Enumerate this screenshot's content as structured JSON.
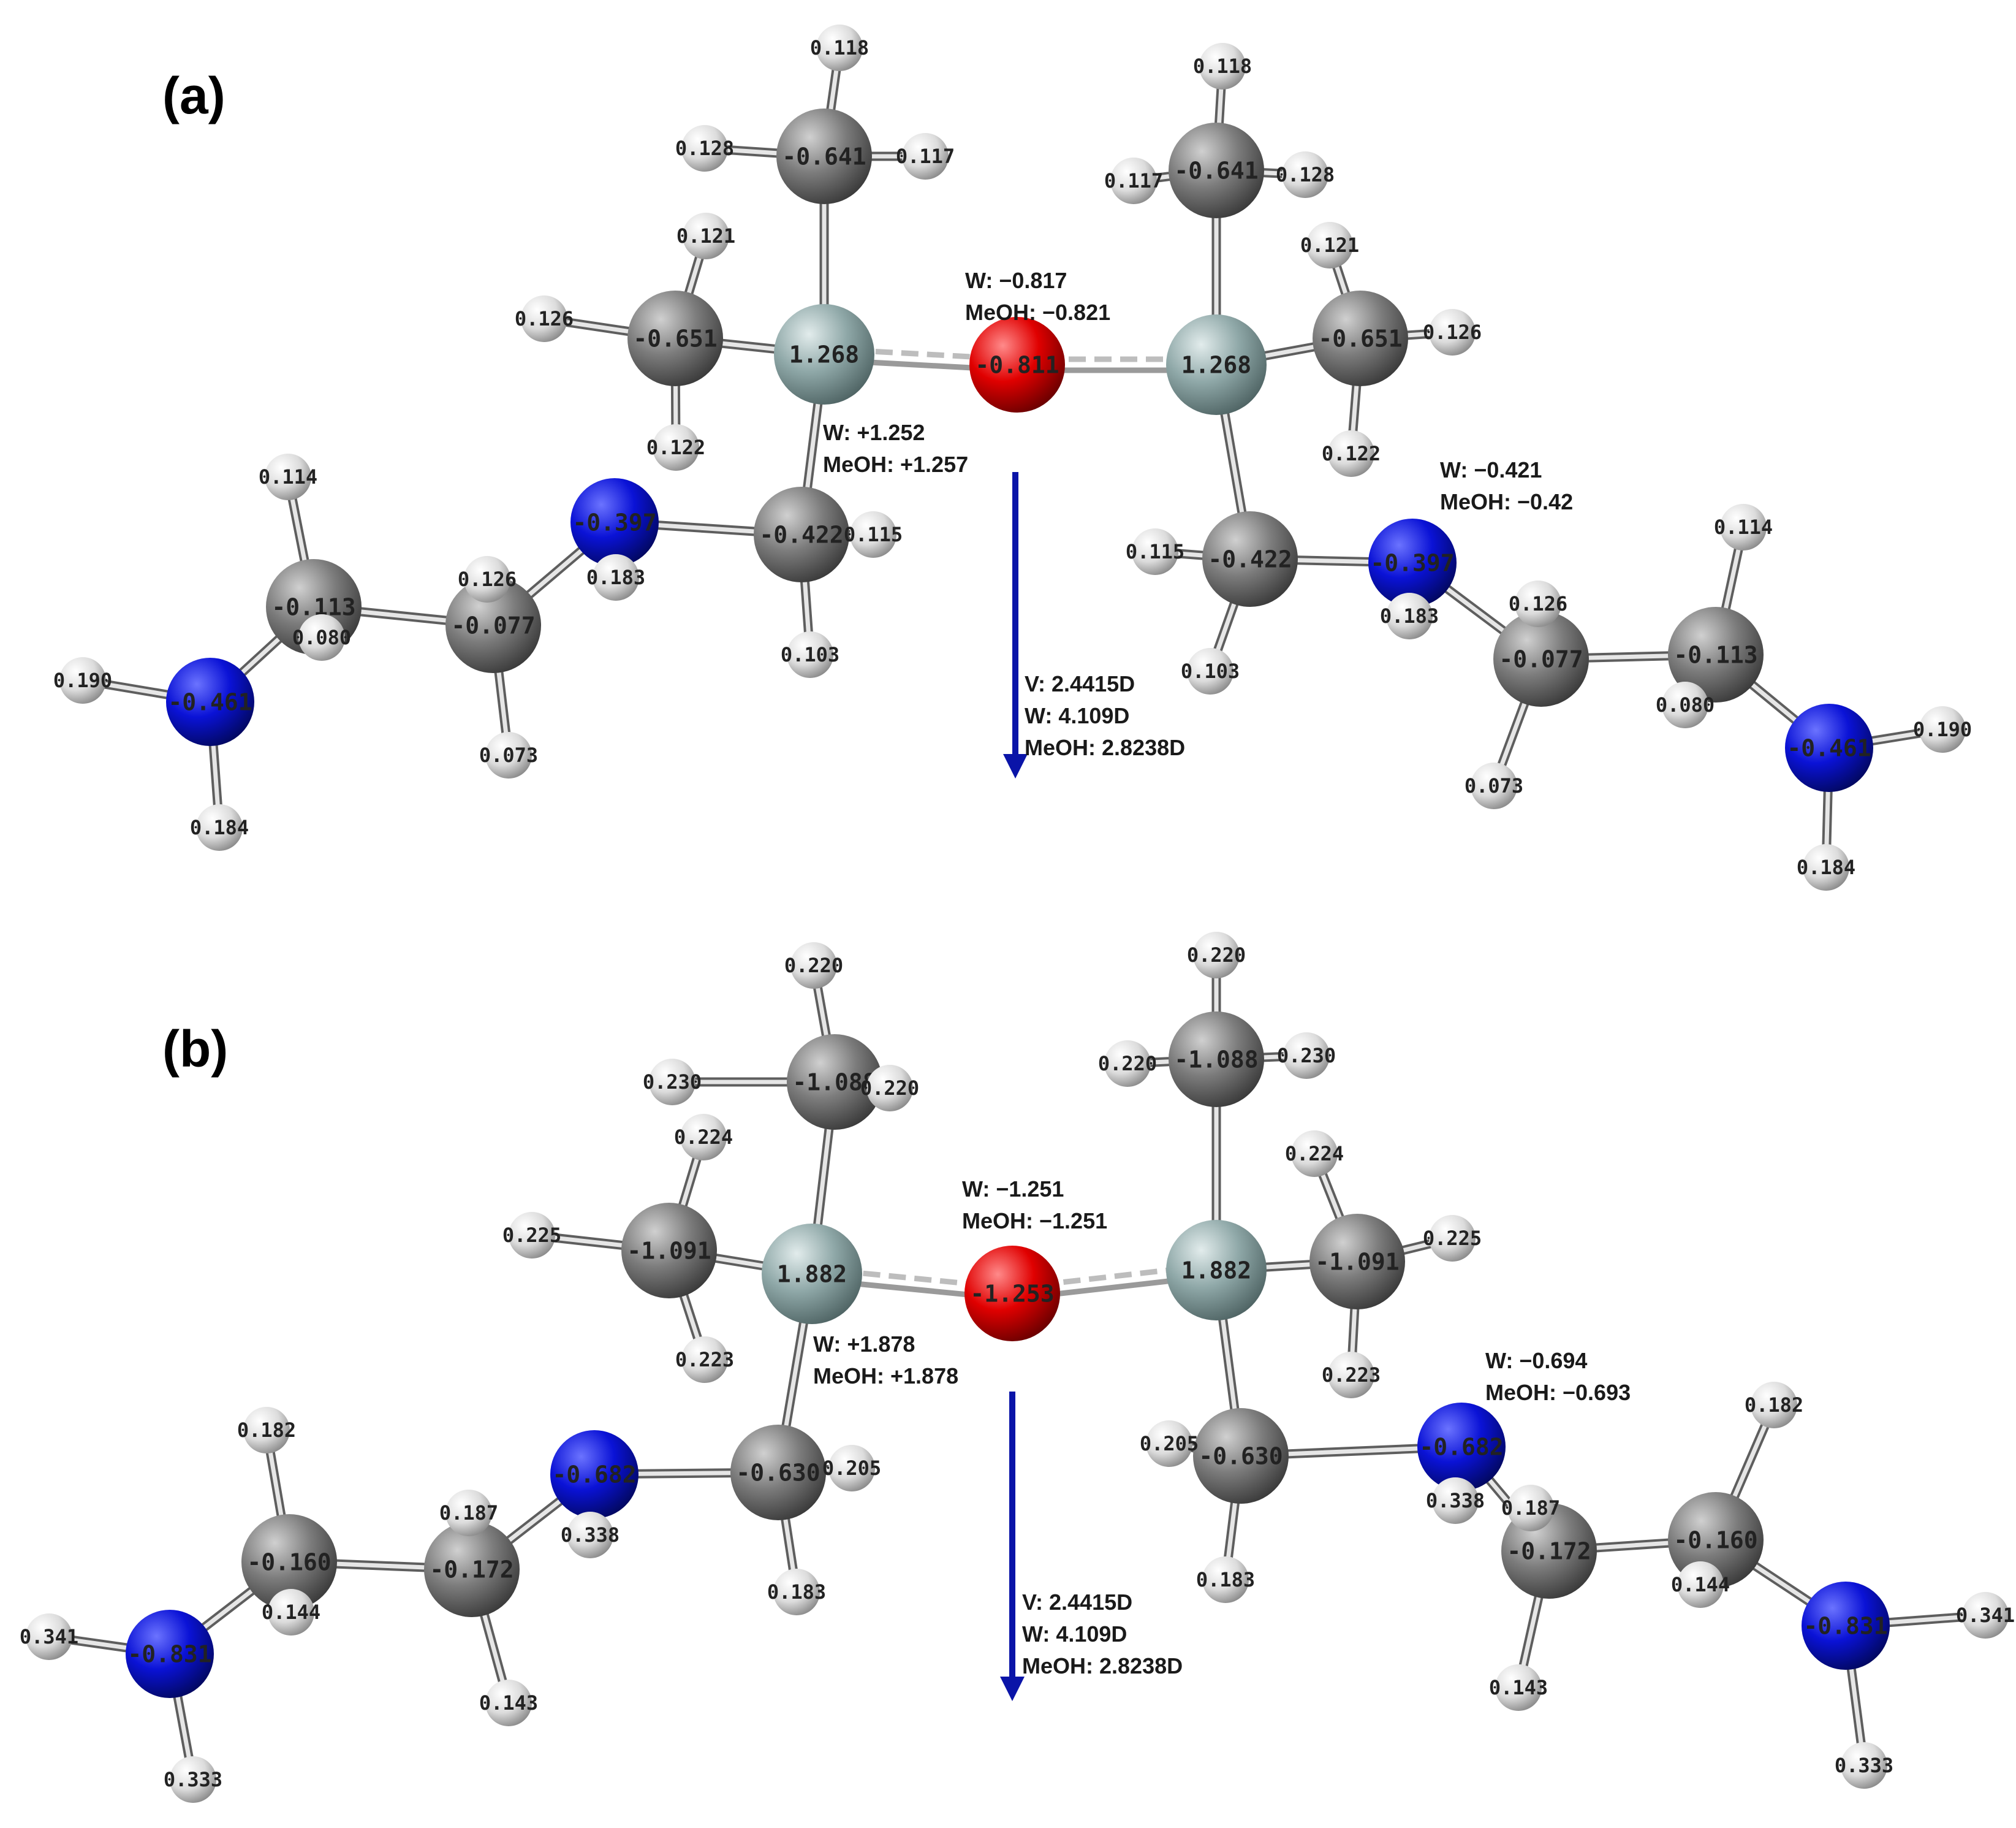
{
  "panels": [
    {
      "label": "(a)",
      "atoms": [
        {
          "el": "C",
          "q": "-0.641"
        },
        {
          "el": "H",
          "q": "0.118"
        },
        {
          "el": "H",
          "q": "0.128"
        },
        {
          "el": "H",
          "q": "0.117"
        },
        {
          "el": "Si",
          "q": "1.268"
        },
        {
          "el": "C",
          "q": "-0.651"
        },
        {
          "el": "H",
          "q": "0.121"
        },
        {
          "el": "H",
          "q": "0.126"
        },
        {
          "el": "H",
          "q": "0.122"
        },
        {
          "el": "C",
          "q": "-0.422"
        },
        {
          "el": "H",
          "q": "0.115"
        },
        {
          "el": "H",
          "q": "0.103"
        },
        {
          "el": "N",
          "q": "-0.397"
        },
        {
          "el": "H",
          "q": "0.183"
        },
        {
          "el": "C",
          "q": "-0.077"
        },
        {
          "el": "H",
          "q": "0.126"
        },
        {
          "el": "H",
          "q": "0.073"
        },
        {
          "el": "C",
          "q": "-0.113"
        },
        {
          "el": "H",
          "q": "0.114"
        },
        {
          "el": "H",
          "q": "0.080"
        },
        {
          "el": "N",
          "q": "-0.461"
        },
        {
          "el": "H",
          "q": "0.190"
        },
        {
          "el": "H",
          "q": "0.184"
        },
        {
          "el": "O",
          "q": "-0.811"
        },
        {
          "el": "Si",
          "q": "1.268"
        },
        {
          "el": "C",
          "q": "-0.641"
        },
        {
          "el": "H",
          "q": "0.118"
        },
        {
          "el": "H",
          "q": "0.117"
        },
        {
          "el": "H",
          "q": "0.128"
        },
        {
          "el": "C",
          "q": "-0.651"
        },
        {
          "el": "H",
          "q": "0.121"
        },
        {
          "el": "H",
          "q": "0.126"
        },
        {
          "el": "H",
          "q": "0.122"
        },
        {
          "el": "C",
          "q": "-0.422"
        },
        {
          "el": "H",
          "q": "0.115"
        },
        {
          "el": "H",
          "q": "0.103"
        },
        {
          "el": "N",
          "q": "-0.397"
        },
        {
          "el": "H",
          "q": "0.183"
        },
        {
          "el": "C",
          "q": "-0.077"
        },
        {
          "el": "H",
          "q": "0.126"
        },
        {
          "el": "H",
          "q": "0.073"
        },
        {
          "el": "C",
          "q": "-0.113"
        },
        {
          "el": "H",
          "q": "0.114"
        },
        {
          "el": "H",
          "q": "0.080"
        },
        {
          "el": "N",
          "q": "-0.461"
        },
        {
          "el": "H",
          "q": "0.190"
        },
        {
          "el": "H",
          "q": "0.184"
        }
      ],
      "annotations": {
        "o": [
          "W: −0.817",
          "MeOH: −0.821"
        ],
        "si": [
          "W: +1.252",
          "MeOH: +1.257"
        ],
        "n": [
          "W: −0.421",
          "MeOH: −0.42"
        ],
        "dipole": [
          "V: 2.4415D",
          "W: 4.109D",
          "MeOH: 2.8238D"
        ]
      }
    },
    {
      "label": "(b)",
      "atoms": [
        {
          "el": "C",
          "q": "-1.088"
        },
        {
          "el": "H",
          "q": "0.220"
        },
        {
          "el": "H",
          "q": "0.230"
        },
        {
          "el": "H",
          "q": "0.220"
        },
        {
          "el": "Si",
          "q": "1.882"
        },
        {
          "el": "C",
          "q": "-1.091"
        },
        {
          "el": "H",
          "q": "0.224"
        },
        {
          "el": "H",
          "q": "0.225"
        },
        {
          "el": "H",
          "q": "0.223"
        },
        {
          "el": "C",
          "q": "-0.630"
        },
        {
          "el": "H",
          "q": "0.205"
        },
        {
          "el": "H",
          "q": "0.183"
        },
        {
          "el": "N",
          "q": "-0.682"
        },
        {
          "el": "H",
          "q": "0.338"
        },
        {
          "el": "C",
          "q": "-0.172"
        },
        {
          "el": "H",
          "q": "0.187"
        },
        {
          "el": "H",
          "q": "0.143"
        },
        {
          "el": "C",
          "q": "-0.160"
        },
        {
          "el": "H",
          "q": "0.182"
        },
        {
          "el": "H",
          "q": "0.144"
        },
        {
          "el": "N",
          "q": "-0.831"
        },
        {
          "el": "H",
          "q": "0.341"
        },
        {
          "el": "H",
          "q": "0.333"
        },
        {
          "el": "O",
          "q": "-1.253"
        },
        {
          "el": "Si",
          "q": "1.882"
        },
        {
          "el": "C",
          "q": "-1.088"
        },
        {
          "el": "H",
          "q": "0.220"
        },
        {
          "el": "H",
          "q": "0.220"
        },
        {
          "el": "H",
          "q": "0.230"
        },
        {
          "el": "C",
          "q": "-1.091"
        },
        {
          "el": "H",
          "q": "0.224"
        },
        {
          "el": "H",
          "q": "0.225"
        },
        {
          "el": "H",
          "q": "0.223"
        },
        {
          "el": "C",
          "q": "-0.630"
        },
        {
          "el": "H",
          "q": "0.205"
        },
        {
          "el": "H",
          "q": "0.183"
        },
        {
          "el": "N",
          "q": "-0.682"
        },
        {
          "el": "H",
          "q": "0.338"
        },
        {
          "el": "C",
          "q": "-0.172"
        },
        {
          "el": "H",
          "q": "0.187"
        },
        {
          "el": "H",
          "q": "0.143"
        },
        {
          "el": "C",
          "q": "-0.160"
        },
        {
          "el": "H",
          "q": "0.182"
        },
        {
          "el": "H",
          "q": "0.144"
        },
        {
          "el": "N",
          "q": "-0.831"
        },
        {
          "el": "H",
          "q": "0.341"
        },
        {
          "el": "H",
          "q": "0.333"
        }
      ],
      "annotations": {
        "o": [
          "W: −1.251",
          "MeOH: −1.251"
        ],
        "si": [
          "W: +1.878",
          "MeOH: +1.878"
        ],
        "n": [
          "W: −0.694",
          "MeOH: −0.693"
        ],
        "dipole": [
          "V: 2.4415D",
          "W: 4.109D",
          "MeOH: 2.8238D"
        ]
      }
    }
  ],
  "element_colors": {
    "H": "#e4e4e4",
    "C": "#7d7d7d",
    "N": "#0a12d6",
    "O": "#e00000",
    "Si": "#8fa8a8"
  },
  "arrow_color": "#0a14a8"
}
